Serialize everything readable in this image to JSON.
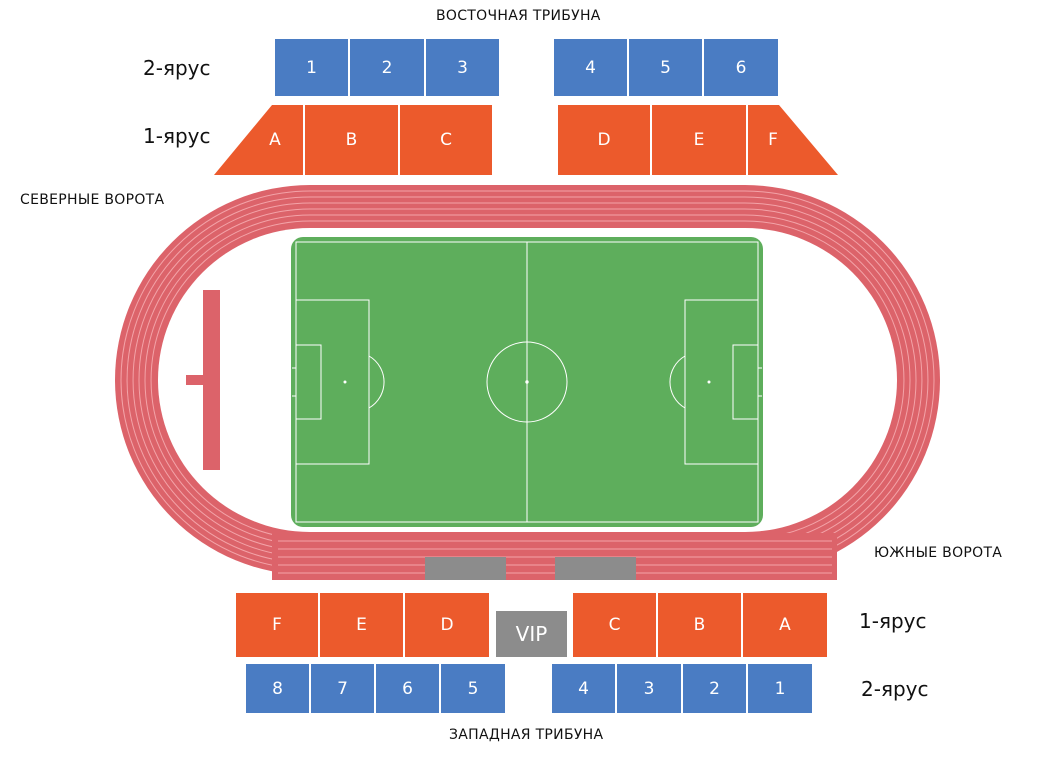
{
  "labels": {
    "east_stand": "ВОСТОЧНАЯ ТРИБУНА",
    "west_stand": "ЗАПАДНАЯ ТРИБУНА",
    "north_gate": "СЕВЕРНЫЕ ВОРОТА",
    "south_gate": "ЮЖНЫЕ ВОРОТА",
    "tier2_top": "2-ярус",
    "tier1_top": "1-ярус",
    "tier1_bottom": "1-ярус",
    "tier2_bottom": "2-ярус"
  },
  "east": {
    "tier2": [
      "1",
      "2",
      "3",
      "4",
      "5",
      "6"
    ],
    "tier1": [
      "A",
      "B",
      "C",
      "D",
      "E",
      "F"
    ]
  },
  "west": {
    "tier1": [
      "F",
      "E",
      "D",
      "C",
      "B",
      "A"
    ],
    "vip": "VIP",
    "tier2": [
      "8",
      "7",
      "6",
      "5",
      "4",
      "3",
      "2",
      "1"
    ]
  },
  "colors": {
    "tier2": "#4a7cc3",
    "tier1": "#ec5a2c",
    "vip": "#8c8c8c",
    "track": "#dc636a",
    "field": "#5eae5c"
  }
}
